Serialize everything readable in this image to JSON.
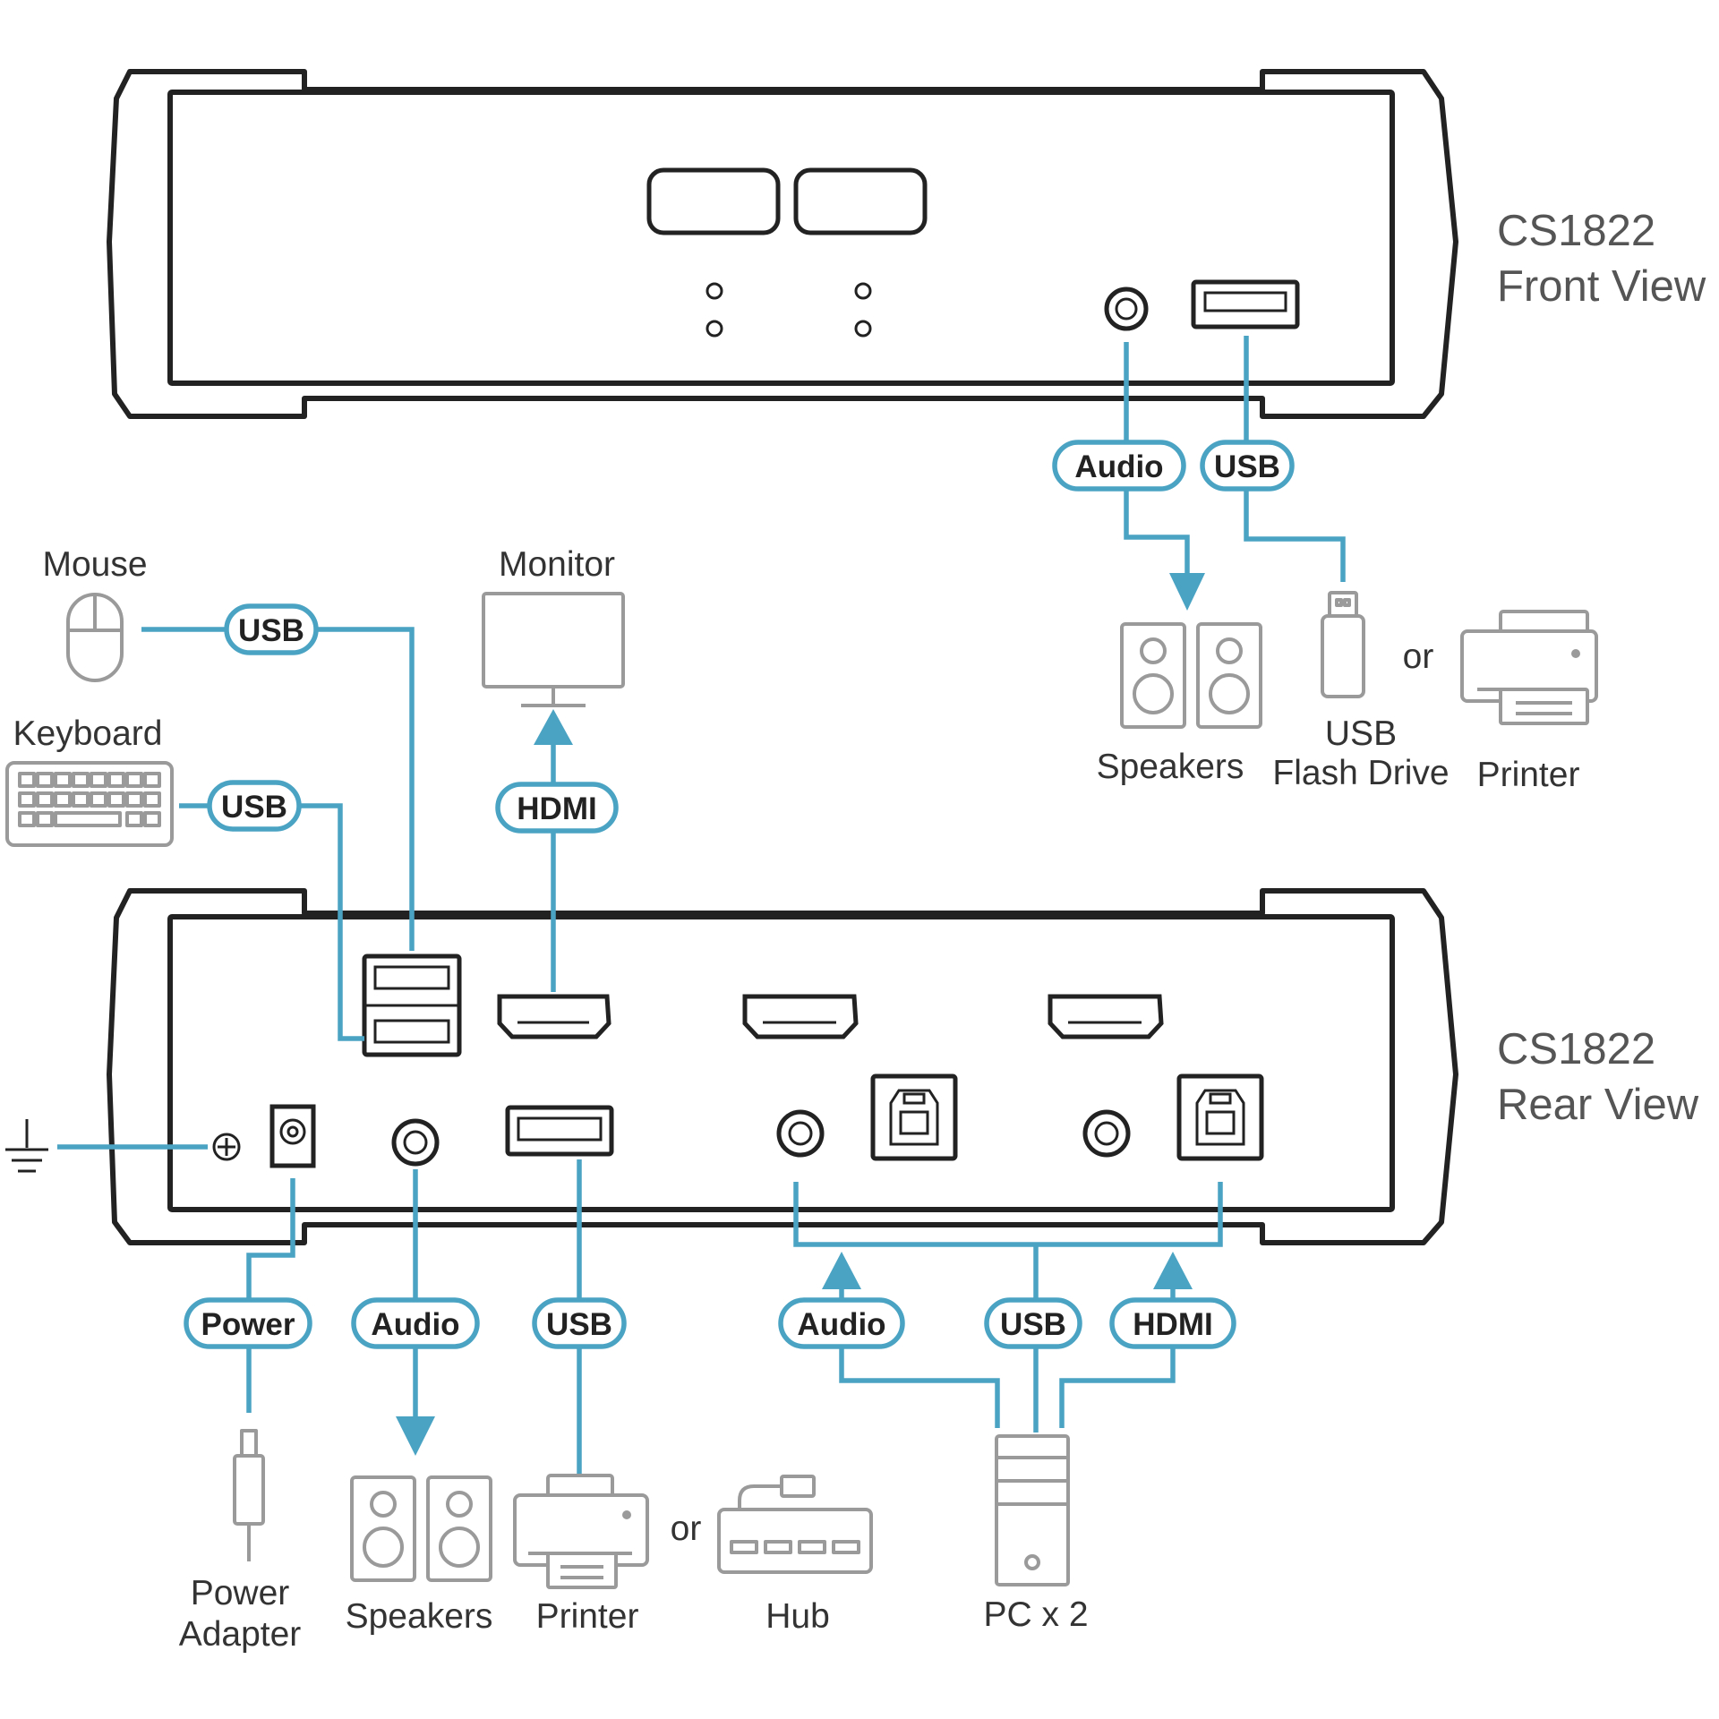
{
  "front": {
    "title_line1": "CS1822",
    "title_line2": "Front View",
    "cables": {
      "audio": "Audio",
      "usb": "USB"
    },
    "devices": {
      "speakers": "Speakers",
      "flash_line1": "USB",
      "flash_line2": "Flash Drive",
      "or": "or",
      "printer": "Printer"
    }
  },
  "rear": {
    "title_line1": "CS1822",
    "title_line2": "Rear View",
    "cables": {
      "usb_mouse": "USB",
      "usb_keyboard": "USB",
      "hdmi_monitor": "HDMI",
      "power": "Power",
      "audio_out": "Audio",
      "usb_printer": "USB",
      "audio_pc": "Audio",
      "usb_pc": "USB",
      "hdmi_pc": "HDMI"
    },
    "devices": {
      "mouse": "Mouse",
      "keyboard": "Keyboard",
      "monitor": "Monitor",
      "power_line1": "Power",
      "power_line2": "Adapter",
      "speakers": "Speakers",
      "printer": "Printer",
      "or": "or",
      "hub": "Hub",
      "pc": "PC x 2"
    }
  },
  "colors": {
    "cable": "#4aa3c3",
    "device_outline": "#222222",
    "peripheral_outline": "#9a9a9a"
  }
}
